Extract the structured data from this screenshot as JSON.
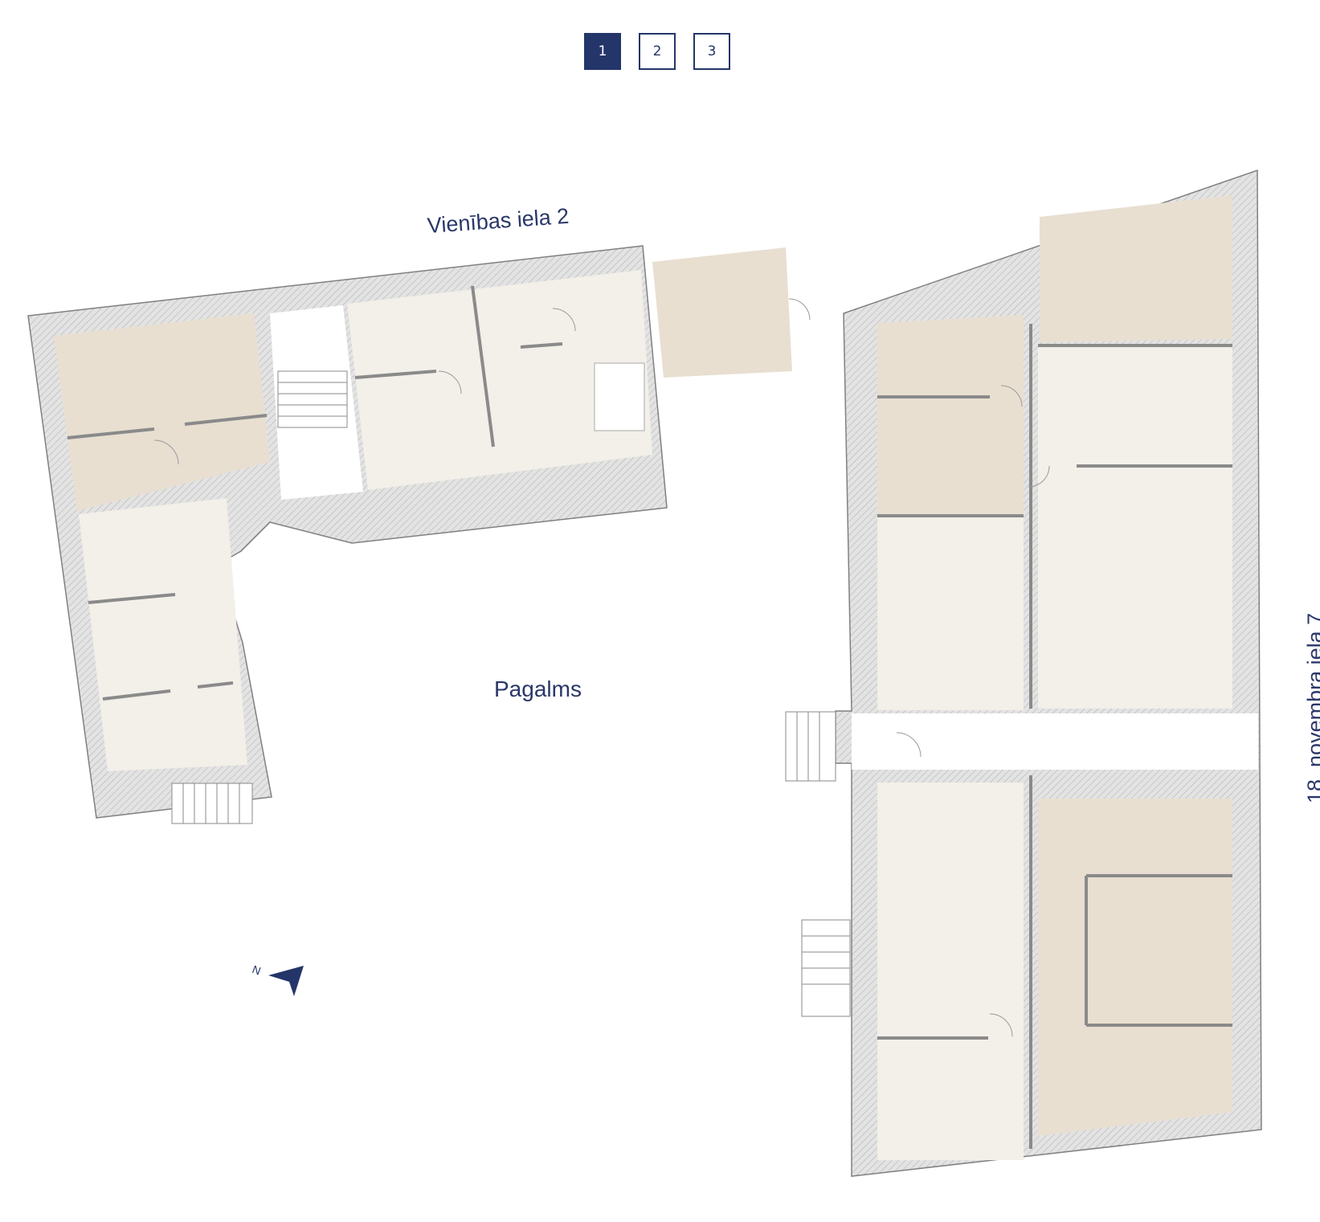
{
  "floor_selector": {
    "tabs": [
      {
        "label": "1",
        "active": true
      },
      {
        "label": "2",
        "active": false
      },
      {
        "label": "3",
        "active": false
      }
    ]
  },
  "plan": {
    "street_top": "Vienības iela 2",
    "street_right": "18. novembra iela 7",
    "courtyard": "Pagalms",
    "north_marker": "N"
  },
  "colors": {
    "accent": "#24356a",
    "wall": "#cfcfcf",
    "unit_available": "#e8dfd1",
    "unit_other": "#f3efe9"
  }
}
